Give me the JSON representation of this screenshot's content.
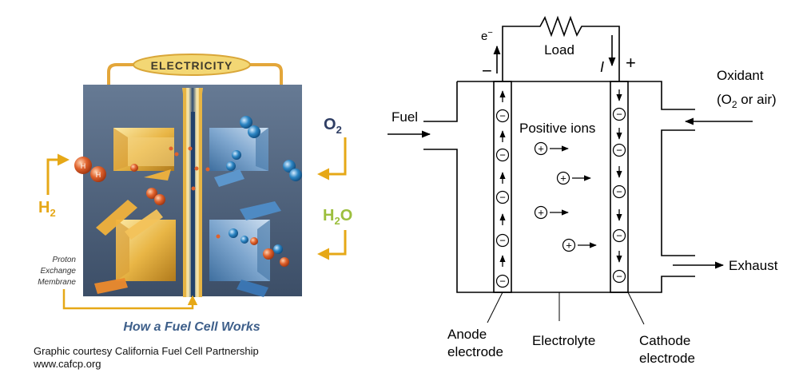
{
  "left_panel": {
    "banner": "ELECTRICITY",
    "o2_label": "O",
    "o2_sub": "2",
    "h2_label": "H",
    "h2_sub": "2",
    "h2o_label_pre": "H",
    "h2o_sub": "2",
    "h2o_label_post": "O",
    "membrane_label": [
      "Proton",
      "Exchange",
      "Membrane"
    ],
    "caption": "How a Fuel Cell Works",
    "credit_line": "Graphic courtesy California Fuel Cell Partnership",
    "credit_url": "www.cafcp.org",
    "colors": {
      "frame": "#4f647f",
      "frame_dark": "#3b4d66",
      "gold": "#e9b646",
      "blue_chamber": "#7fa7cf",
      "hydrogen": "#e0622c",
      "oxygen": "#2d86c4",
      "caption": "#3e5f8a",
      "arrow": "#e6a817"
    }
  },
  "right_panel": {
    "electron": "e",
    "electron_sup": "−",
    "load": "Load",
    "current": "I",
    "minus": "−",
    "plus": "+",
    "fuel": "Fuel",
    "oxidant": "Oxidant",
    "oxidant_sub_pre": "(O",
    "oxidant_sub_num": "2",
    "oxidant_sub_post": " or air)",
    "positive_ions": "Positive ions",
    "exhaust": "Exhaust",
    "anode": [
      "Anode",
      "electrode"
    ],
    "electrolyte": "Electrolyte",
    "cathode": [
      "Cathode",
      "electrode"
    ],
    "negative_symbol": "−",
    "positive_symbol": "+"
  }
}
